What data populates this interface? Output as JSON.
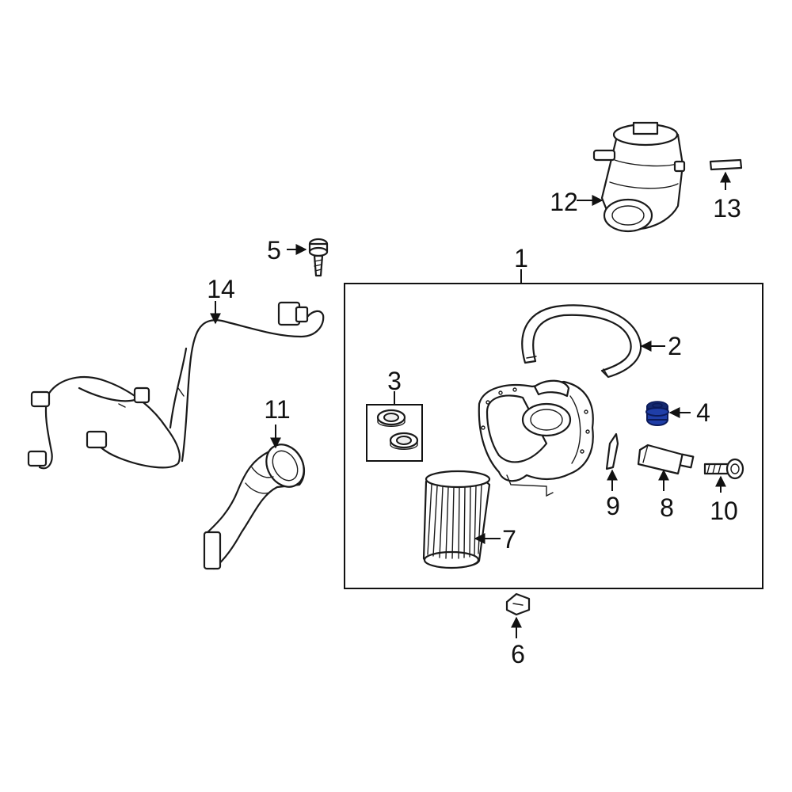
{
  "diagram": {
    "callouts": [
      {
        "id": "1",
        "label": "1"
      },
      {
        "id": "2",
        "label": "2"
      },
      {
        "id": "3",
        "label": "3"
      },
      {
        "id": "4",
        "label": "4"
      },
      {
        "id": "5",
        "label": "5"
      },
      {
        "id": "6",
        "label": "6"
      },
      {
        "id": "7",
        "label": "7"
      },
      {
        "id": "8",
        "label": "8"
      },
      {
        "id": "9",
        "label": "9"
      },
      {
        "id": "10",
        "label": "10"
      },
      {
        "id": "11",
        "label": "11"
      },
      {
        "id": "12",
        "label": "12"
      },
      {
        "id": "13",
        "label": "13"
      },
      {
        "id": "14",
        "label": "14"
      }
    ],
    "highlight_color": "#1f3ea8",
    "highlighted_part": "4"
  }
}
